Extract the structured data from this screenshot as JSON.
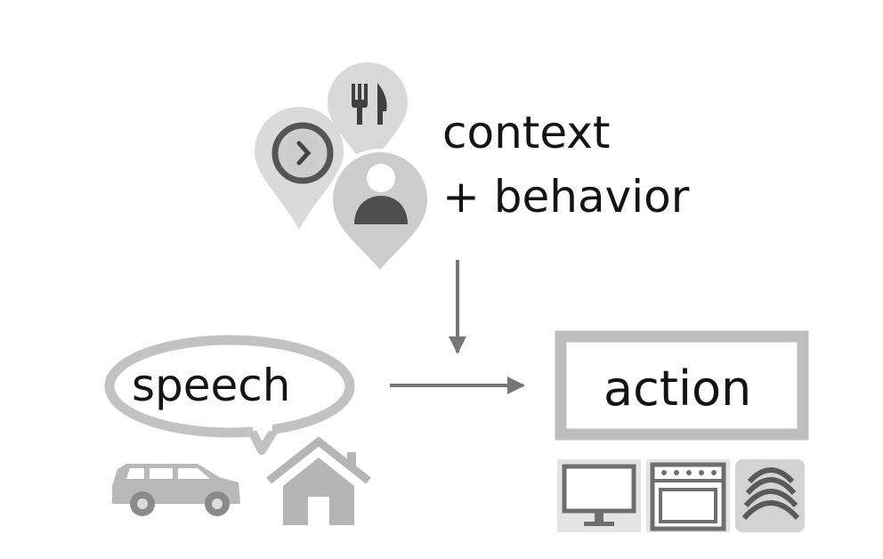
{
  "labels": {
    "context": "context",
    "behavior": "+ behavior",
    "speech": "speech",
    "action": "action"
  },
  "colors": {
    "pin_light": "#d6d6d6",
    "pin_medium": "#cbcbcb",
    "icon_dark": "#4f4f4f",
    "arrow": "#777777",
    "frame": "#bdbdbd",
    "device_bg": "#e2e2e2",
    "device_dark": "#6e6e6e"
  },
  "icons": {
    "pins": [
      "clock-icon",
      "fork-knife-icon",
      "person-icon"
    ],
    "speech_contexts": [
      "car-icon",
      "house-icon"
    ],
    "devices": [
      "monitor-icon",
      "oven-icon",
      "speaker-icon"
    ]
  }
}
